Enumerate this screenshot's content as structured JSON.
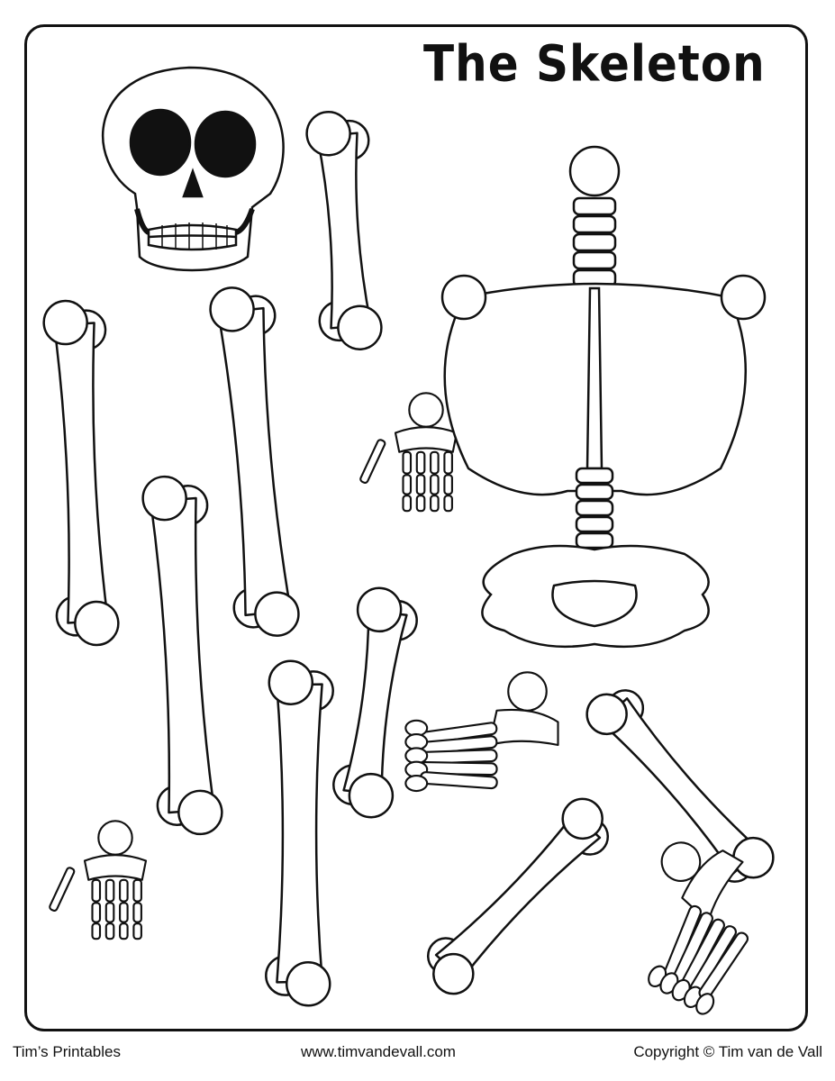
{
  "title": "The Skeleton",
  "footer": {
    "left": "Tim’s Printables",
    "center": "www.timvandevall.com",
    "right": "Copyright © Tim van de Vall"
  }
}
